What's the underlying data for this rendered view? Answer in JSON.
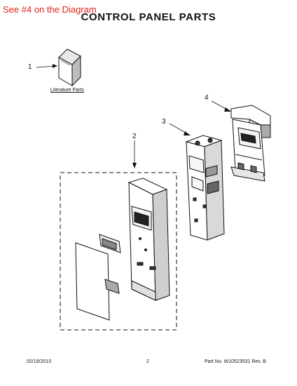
{
  "annotation": "See #4 on the Diagram",
  "title": "CONTROL PANEL PARTS",
  "literature_label": "Literature Parts",
  "callouts": {
    "c1": "1",
    "c2": "2",
    "c3": "3",
    "c4": "4"
  },
  "footer": {
    "date": "02/19/2013",
    "page": "2",
    "part_no": "Part No. W10523531  Rev. B"
  },
  "colors": {
    "annotation": "#e0231b",
    "lines": "#111111"
  }
}
